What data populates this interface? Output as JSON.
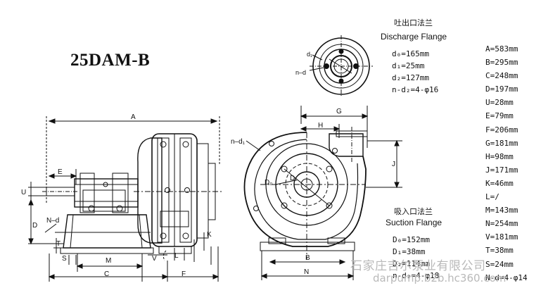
{
  "model": "25DAM-B",
  "discharge_flange": {
    "title_cn": "吐出口法兰",
    "title_en": "Discharge Flange",
    "specs": [
      "d₀=165mm",
      "d₁=25mm",
      "d₂=127mm",
      "n-d₂=4-φ16"
    ]
  },
  "suction_flange": {
    "title_cn": "吸入口法兰",
    "title_en": "Suction Flange",
    "specs": [
      "D₀=152mm",
      "D₁=38mm",
      "D₂=114mm",
      "n-d₂=4-φ18"
    ]
  },
  "dimensions": [
    "A=583mm",
    "B=295mm",
    "C=248mm",
    "D=197mm",
    "U=28mm",
    "E=79mm",
    "F=206mm",
    "G=181mm",
    "H=98mm",
    "J=171mm",
    "K=46mm",
    "L=/",
    "M=143mm",
    "N=254mm",
    "V=181mm",
    "T=38mm",
    "S=24mm",
    "N-d=4-φ14"
  ],
  "drawing_labels": {
    "A": "A",
    "E": "E",
    "U": "U",
    "D": "D",
    "Nd": "N–d",
    "T": "T",
    "S": "S",
    "M": "M",
    "V": "V",
    "L": "L",
    "K": "K",
    "C": "C",
    "F": "F",
    "G": "G",
    "H": "H",
    "J": "J",
    "B": "B",
    "N": "N",
    "nd1": "n–d₁",
    "Do": "D₀",
    "D1": "D₁",
    "d1": "d₁",
    "nd": "n–d"
  },
  "watermark": {
    "company": "石家庄吉尔泵业有限公司",
    "url": "darpump.b2b.hc360.com"
  }
}
